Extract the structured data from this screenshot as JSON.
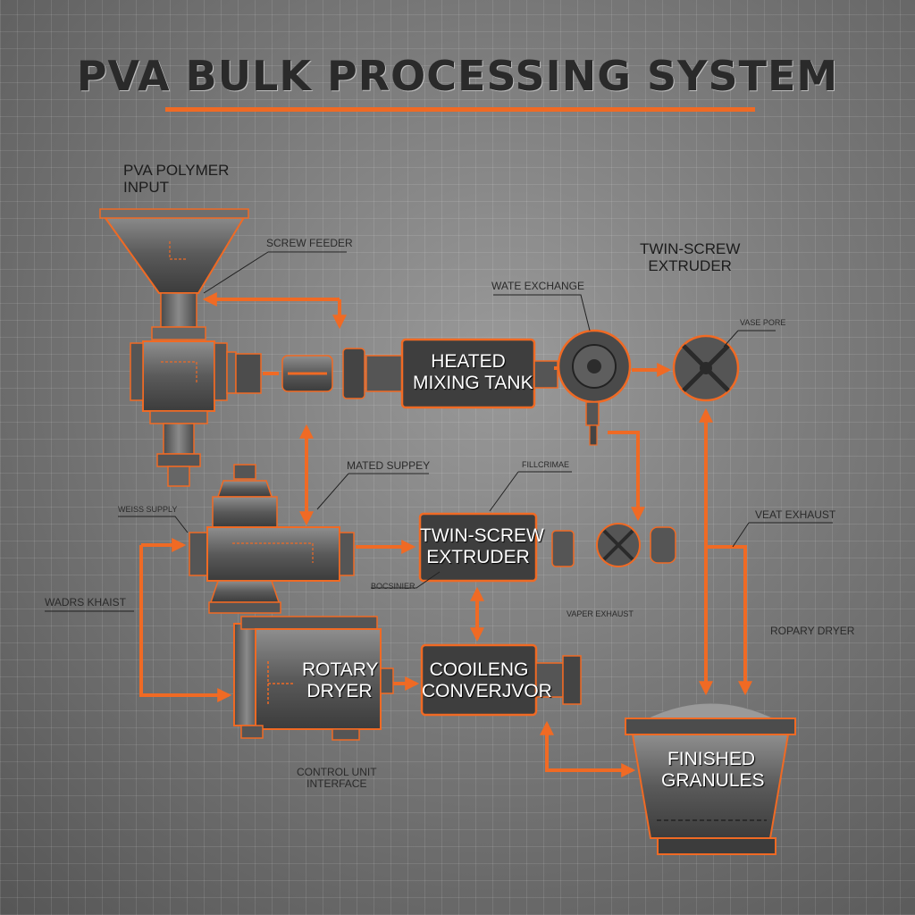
{
  "title": "PVA BULK PROCESSING SYSTEM",
  "accent_color": "#f06a24",
  "labels": {
    "pva_input": "PVA POLYMER\nINPUT",
    "screw_feeder": "SCREW FEEDER",
    "wate_exchange": "WATE EXCHANGE",
    "twin_screw_top": "TWIN-SCREW\nEXTRUDER",
    "vase_pore": "VASE PORE",
    "mated_suppey": "MATED SUPPEY",
    "small_center": "FILLCRIMAE",
    "weiss_supply": "WEISS SUPPLY",
    "wadrs_khaist": "WADRS KHAIST",
    "bocsinier": "BOCSINIER",
    "vaper_exhaust": "VAPER EXHAUST",
    "veat_exhaust": "VEAT EXHAUST",
    "ropary_dryer": "ROPARY DRYER",
    "control_unit": "CONTROL UNIT\nINTERFACE"
  },
  "boxes": {
    "mixing_tank": "HEATED\nMIXING TANK",
    "extruder": "TWIN-SCREW\nEXTRUDER",
    "rotary_dryer": "ROTARY\nDRYER",
    "cooling_conveyor": "COOILENG\nCONVERJVOR",
    "finished_granules": "FINISHED\nGRANULES"
  }
}
